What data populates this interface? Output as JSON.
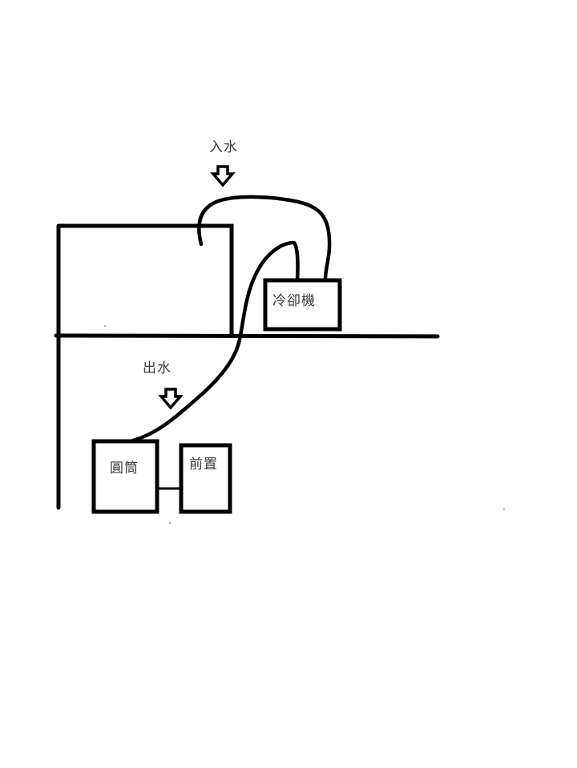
{
  "labels": {
    "inlet": "入水",
    "outlet": "出水",
    "chiller": "冷卻機",
    "canister": "圓筒",
    "prefilter": "前置"
  },
  "colors": {
    "line": "#000000",
    "text": "#3a3a3a",
    "background": "#ffffff"
  },
  "icons": [
    "arrow-down-icon",
    "arrow-down-icon"
  ]
}
